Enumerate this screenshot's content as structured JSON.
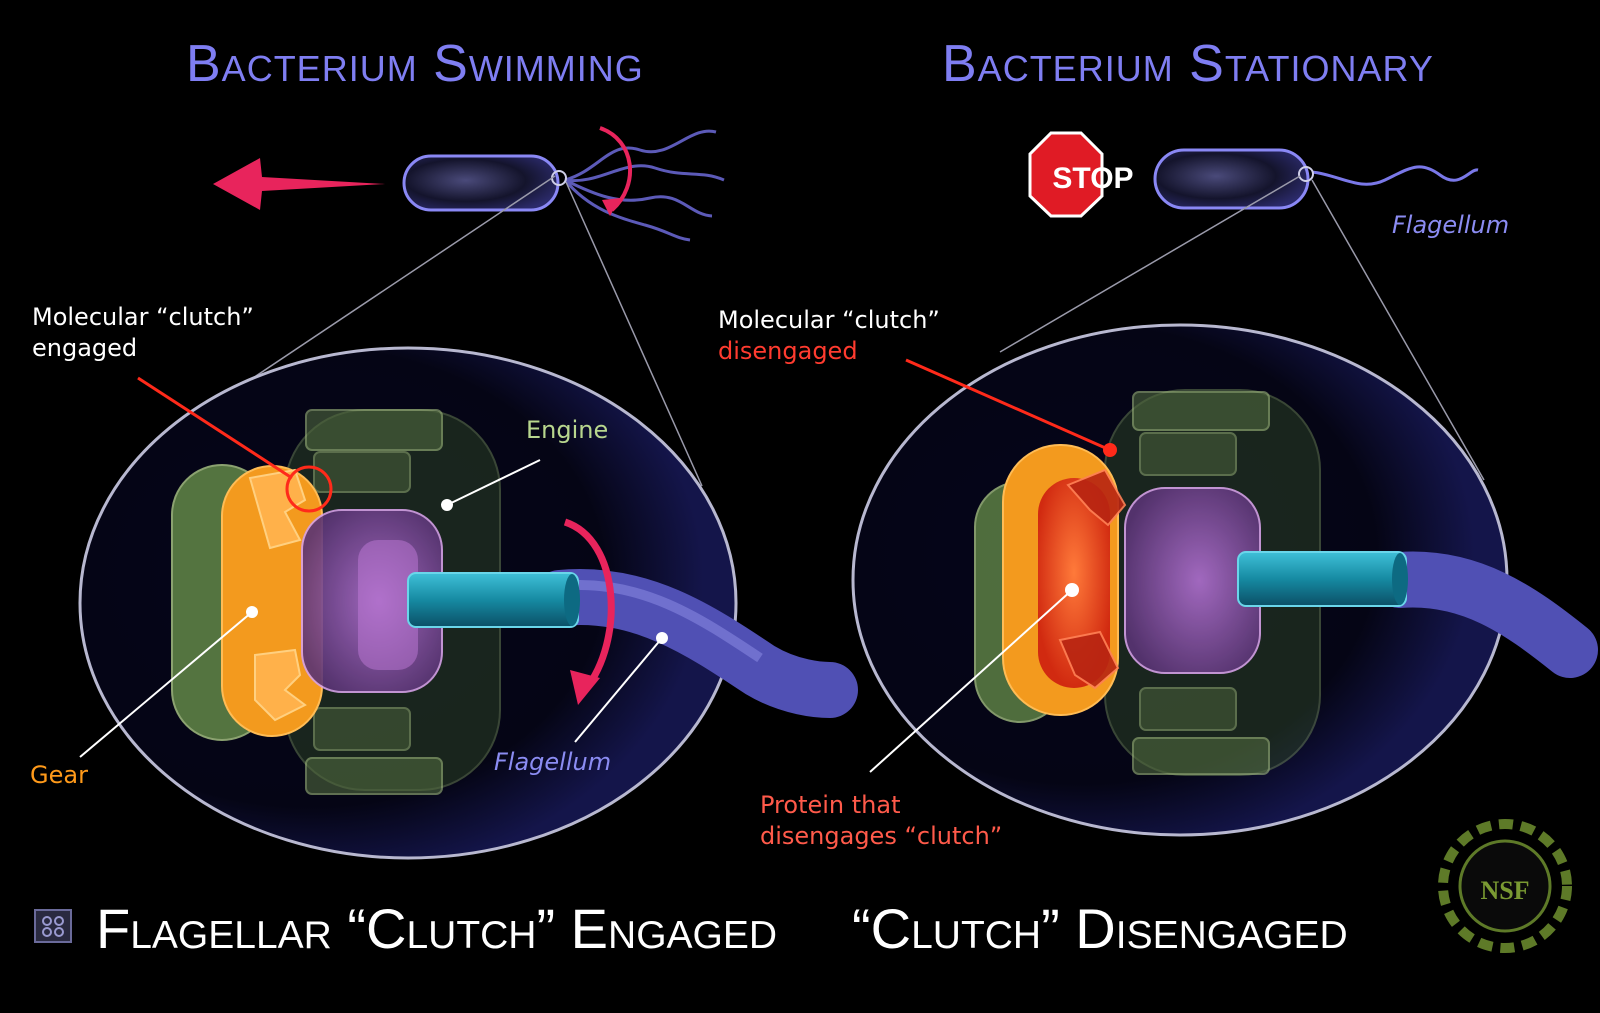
{
  "titles": {
    "left": "Bacterium Swimming",
    "right": "Bacterium Stationary"
  },
  "footers": {
    "left": "Flagellar “Clutch” Engaged",
    "right": "“Clutch”  Disengaged"
  },
  "left_panel": {
    "clutch_label_line1": "Molecular “clutch”",
    "clutch_label_line2": "engaged",
    "engine_label": "Engine",
    "gear_label": "Gear",
    "flagellum_label": "Flagellum"
  },
  "right_panel": {
    "stop_sign": "STOP",
    "flagellum_label": "Flagellum",
    "clutch_label_line1": "Molecular “clutch”",
    "clutch_label_line2": "disengaged",
    "protein_label_line1": "Protein that",
    "protein_label_line2": "disengages “clutch”"
  },
  "logo": {
    "text": "NSF"
  },
  "colors": {
    "background": "#000000",
    "title": "#7f7ef2",
    "arrow": "#e8245c",
    "engine": "#b8d78e",
    "gear": "#f39a1e",
    "motor": "#b06ec6",
    "rod": "#1a8ea6",
    "flagellum": "#6f6fd6",
    "clutch_marker": "#ff2a1a",
    "nsf_logo": "#5e7a28"
  }
}
